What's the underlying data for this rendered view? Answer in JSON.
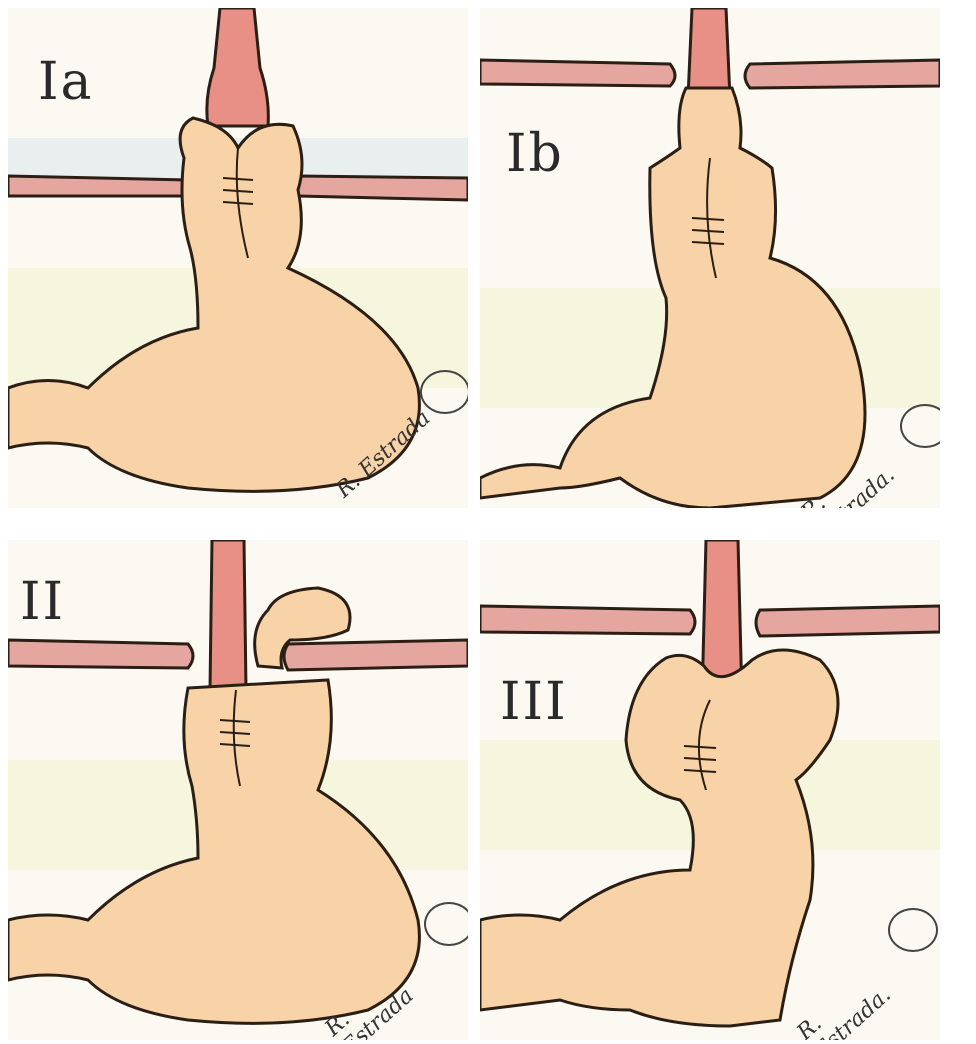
{
  "panels": [
    {
      "id": "ia",
      "label": "Ia",
      "signature": "R. Estrada"
    },
    {
      "id": "ib",
      "label": "Ib",
      "signature": "R. Estrada."
    },
    {
      "id": "ii",
      "label": "II",
      "signature": "R. Estrada"
    },
    {
      "id": "iii",
      "label": "III",
      "signature": "R. Estrada."
    }
  ],
  "colors": {
    "stomach_fill": "#f9d3a8",
    "stomach_outline": "#2b1e14",
    "esophagus": "#e88f86",
    "diaphragm": "#e6a6a0",
    "background": "#fbf9f2",
    "shading": "#eef2c8"
  }
}
